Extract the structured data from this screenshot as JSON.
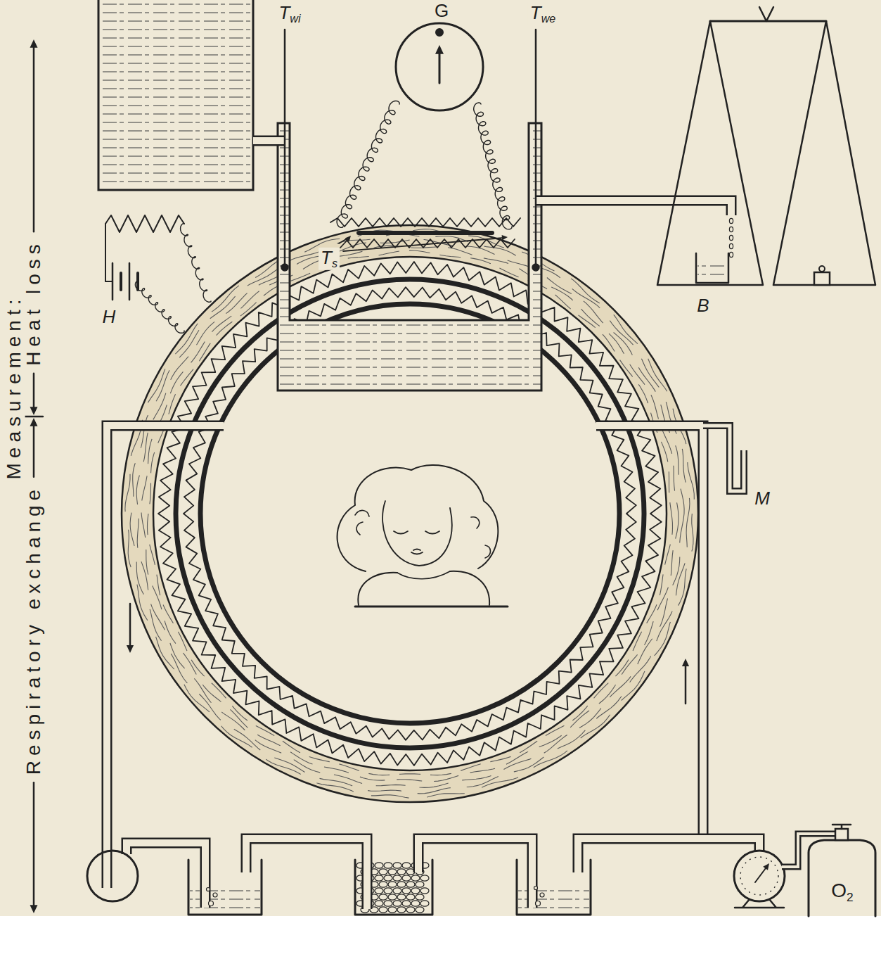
{
  "diagram": {
    "labels": [
      "Measurement:",
      "Heat loss",
      "Respiratory exchange",
      "G",
      "Twi",
      "Twe",
      "Ts",
      "H",
      "B",
      "M",
      "O2"
    ]
  }
}
